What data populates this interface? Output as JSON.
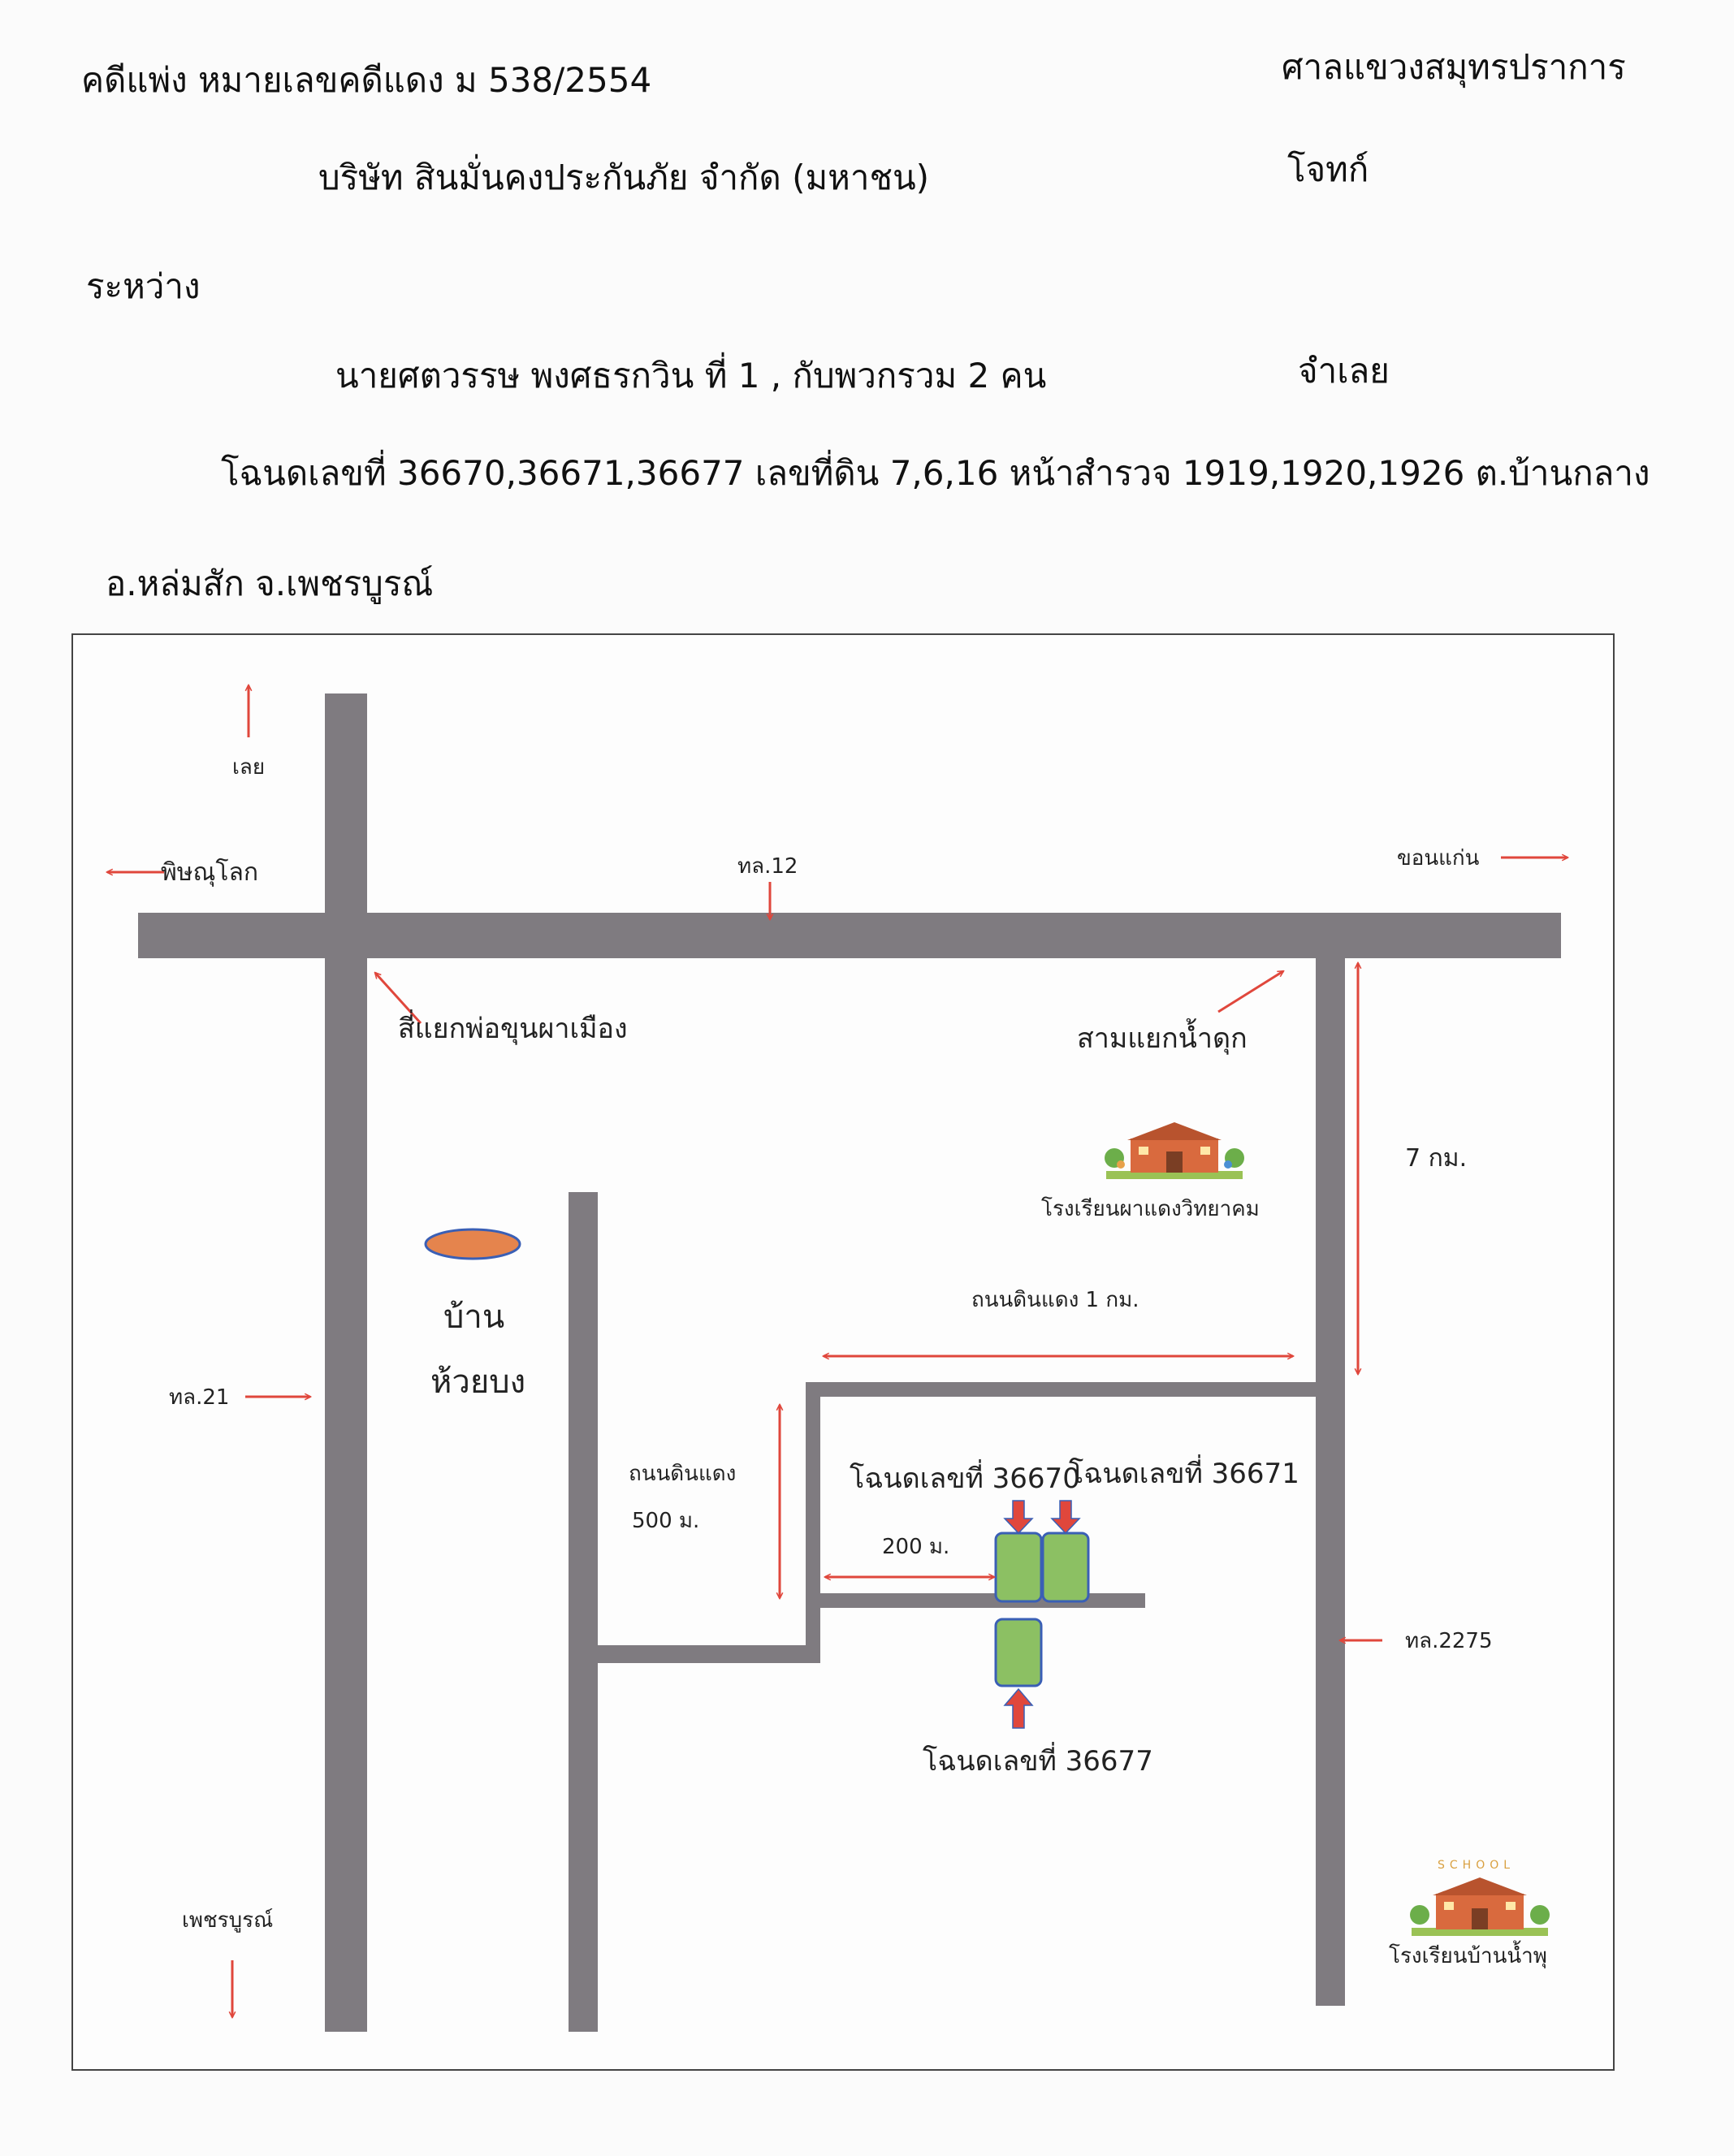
{
  "header": {
    "case_line": "คดีแพ่ง  หมายเลขคดีแดง ม 538/2554",
    "court": "ศาลแขวงสมุทรปราการ",
    "plaintiff_name": "บริษัท สินมั่นคงประกันภัย จำกัด (มหาชน)",
    "plaintiff_role": "โจทก์",
    "between": "ระหว่าง",
    "defendant_name": "นายศตวรรษ    พงศธรกวิน  ที่  1 , กับพวกรวม 2 คน",
    "defendant_role": "จำเลย",
    "deed_line1": "โฉนดเลขที่  36670,36671,36677  เลขที่ดิน  7,6,16  หน้าสำรวจ  1919,1920,1926  ต.บ้านกลาง",
    "deed_line2": "อ.หล่มสัก  จ.เพชรบูรณ์"
  },
  "map": {
    "colors": {
      "road": "#7f7b80",
      "arrow": "#e0473c",
      "plot_fill": "#8cc063",
      "plot_stroke": "#3a5fb5",
      "village_fill": "#e5844d",
      "village_stroke": "#3a5fb5"
    },
    "labels": {
      "loei": "เลย",
      "phitsanulok": "พิษณุโลก",
      "route12": "ทล.12",
      "khonkaen": "ขอนแก่น",
      "intersection4": "สี่แยกพ่อขุนผาเมือง",
      "junction3": "สามแยกน้ำดุก",
      "dist_7km": "7 กม.",
      "school1": "โรงเรียนผาแดงวิทยาคม",
      "dirt_1km": "ถนนดินแดง 1 กม.",
      "village_1": "บ้าน",
      "village_2": "ห้วยบง",
      "route21": "ทล.21",
      "dirt_500": "ถนนดินแดง",
      "dist_500": "500 ม.",
      "deed_36670": "โฉนดเลขที่ 36670",
      "deed_36671": "โฉนดเลขที่ 36671",
      "dist_200": "200 ม.",
      "route2275": "ทล.2275",
      "deed_36677": "โฉนดเลขที่ 36677",
      "phetchabun": "เพชรบูรณ์",
      "school2": "โรงเรียนบ้านน้ำพุ",
      "school_sign": "SCHOOL"
    }
  }
}
